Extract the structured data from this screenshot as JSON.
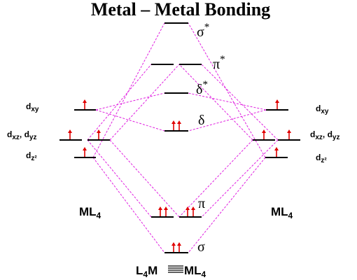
{
  "title": "Metal – Metal Bonding",
  "mo": {
    "sigma_star": {
      "symbol": "σ",
      "sup": "*"
    },
    "pi_star": {
      "symbol": "π",
      "sup": "*"
    },
    "delta_star": {
      "symbol": "δ",
      "sup": "*"
    },
    "delta": {
      "symbol": "δ"
    },
    "pi": {
      "symbol": "π"
    },
    "sigma": {
      "symbol": "σ"
    }
  },
  "fragment_left": {
    "dxy": {
      "d": "d",
      "sub": "xy"
    },
    "dxz_dyz": {
      "d1": "d",
      "sub1": "xz",
      "sep": ", ",
      "d2": "d",
      "sub2": "yz"
    },
    "dz2": {
      "d": "d",
      "sub": "z²"
    },
    "name": {
      "main": "ML",
      "sub": "4"
    }
  },
  "fragment_right": {
    "dxy": {
      "d": "d",
      "sub": "xy"
    },
    "dxz_dyz": {
      "d1": "d",
      "sub1": "xz",
      "sep": ", ",
      "d2": "d",
      "sub2": "yz"
    },
    "dz2": {
      "d": "d",
      "sub": "z²"
    },
    "name": {
      "main": "ML",
      "sub": "4"
    }
  },
  "complex": {
    "l": "L",
    "sub1": "4",
    "m1": "M",
    "m2": "ML",
    "sub2": "4"
  },
  "colors": {
    "correlation": "#e020e0",
    "electron": "#e00000",
    "level": "#000000"
  }
}
